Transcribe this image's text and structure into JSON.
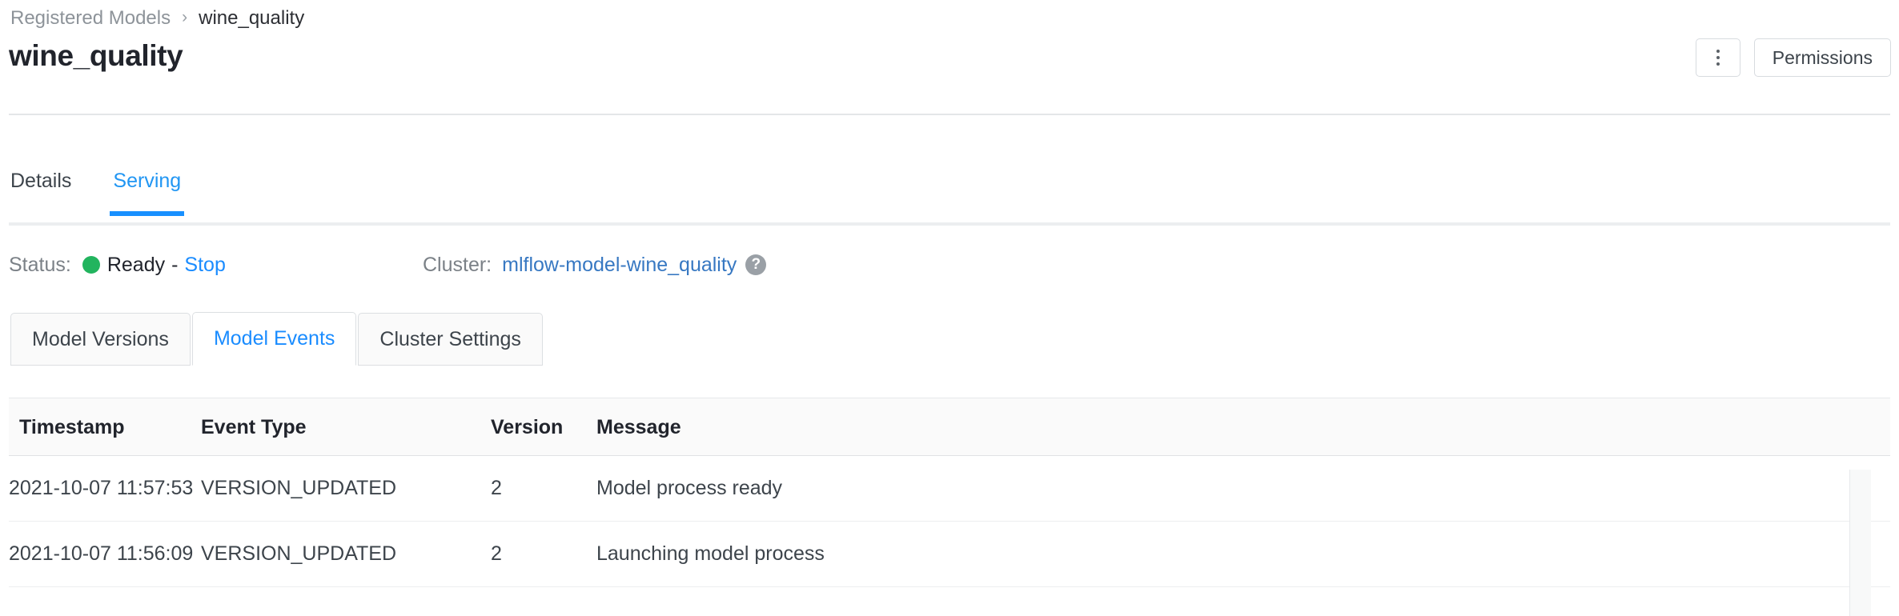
{
  "breadcrumb": {
    "parent": "Registered Models",
    "separator": "›",
    "current": "wine_quality"
  },
  "header": {
    "title": "wine_quality",
    "overflow_menu_icon": "kebab-menu-icon",
    "permissions_label": "Permissions"
  },
  "primary_tabs": [
    {
      "label": "Details",
      "active": false
    },
    {
      "label": "Serving",
      "active": true
    }
  ],
  "status": {
    "label": "Status:",
    "dot_color": "#22b45e",
    "value": "Ready",
    "dash": "-",
    "action_label": "Stop",
    "action_color": "#1a8cff"
  },
  "cluster": {
    "label": "Cluster:",
    "name": "mlflow-model-wine_quality",
    "link_color": "#3778c2",
    "help_icon_glyph": "?"
  },
  "inner_tabs": [
    {
      "label": "Model Versions",
      "active": false
    },
    {
      "label": "Model Events",
      "active": true
    },
    {
      "label": "Cluster Settings",
      "active": false
    }
  ],
  "events_table": {
    "columns": [
      "Timestamp",
      "Event Type",
      "Version",
      "Message"
    ],
    "rows": [
      {
        "timestamp": "2021-10-07 11:57:53",
        "event_type": "VERSION_UPDATED",
        "version": "2",
        "message": "Model process ready"
      },
      {
        "timestamp": "2021-10-07 11:56:09",
        "event_type": "VERSION_UPDATED",
        "version": "2",
        "message": "Launching model process"
      }
    ]
  }
}
